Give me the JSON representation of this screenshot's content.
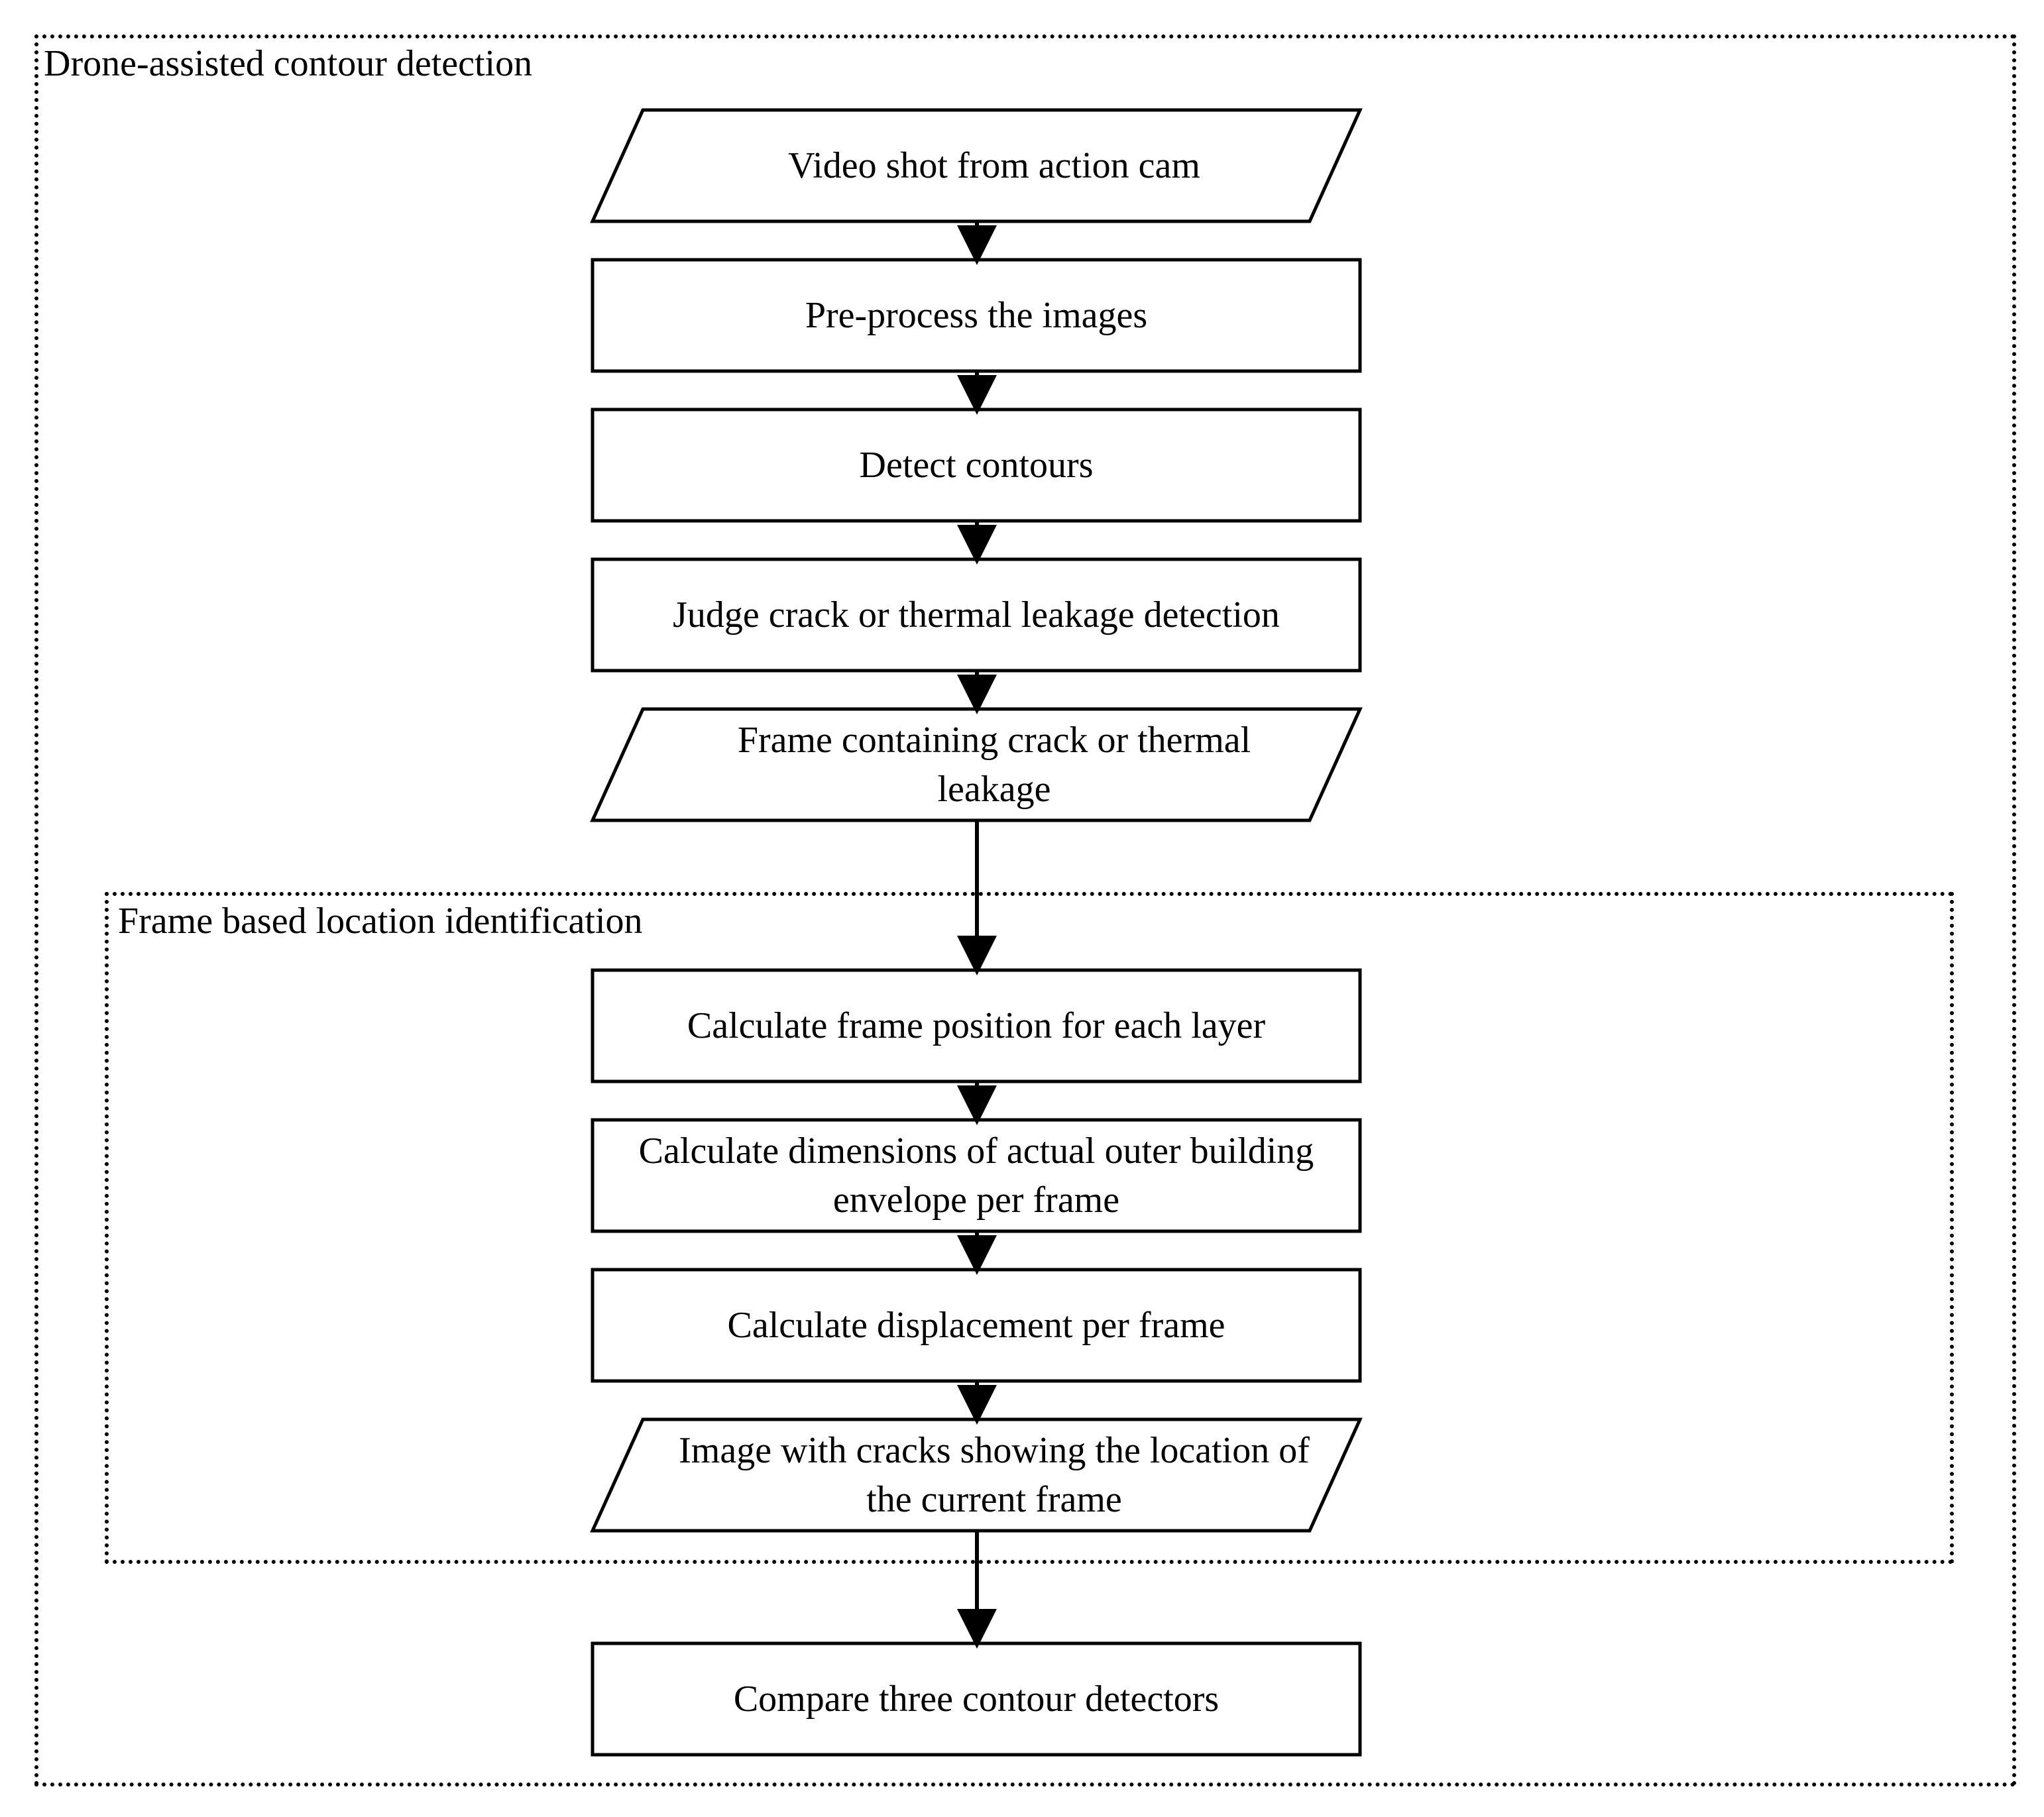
{
  "groups": {
    "outer": {
      "label": "Drone-assisted contour detection"
    },
    "inner": {
      "label": "Frame based location identification"
    }
  },
  "nodes": [
    {
      "id": "n1",
      "shape": "parallelogram",
      "text": "Video shot from action cam"
    },
    {
      "id": "n2",
      "shape": "rectangle",
      "text": "Pre-process the images"
    },
    {
      "id": "n3",
      "shape": "rectangle",
      "text": "Detect contours"
    },
    {
      "id": "n4",
      "shape": "rectangle",
      "text": "Judge crack or thermal leakage detection"
    },
    {
      "id": "n5",
      "shape": "parallelogram",
      "text": "Frame containing crack or thermal leakage",
      "lines": [
        "Frame containing crack or thermal",
        "leakage"
      ]
    },
    {
      "id": "n6",
      "shape": "rectangle",
      "text": "Calculate frame position for each layer"
    },
    {
      "id": "n7",
      "shape": "rectangle",
      "text": "Calculate dimensions of actual outer building envelope per frame",
      "lines": [
        "Calculate dimensions of actual outer building",
        "envelope per frame"
      ]
    },
    {
      "id": "n8",
      "shape": "rectangle",
      "text": "Calculate displacement per frame"
    },
    {
      "id": "n9",
      "shape": "parallelogram",
      "text": "Image with cracks showing the location of the current frame",
      "lines": [
        "Image with cracks showing the location of",
        "the current frame"
      ]
    },
    {
      "id": "n10",
      "shape": "rectangle",
      "text": "Compare three contour detectors"
    }
  ],
  "edges": [
    [
      "n1",
      "n2"
    ],
    [
      "n2",
      "n3"
    ],
    [
      "n3",
      "n4"
    ],
    [
      "n4",
      "n5"
    ],
    [
      "n5",
      "n6"
    ],
    [
      "n6",
      "n7"
    ],
    [
      "n7",
      "n8"
    ],
    [
      "n8",
      "n9"
    ],
    [
      "n9",
      "n10"
    ]
  ]
}
